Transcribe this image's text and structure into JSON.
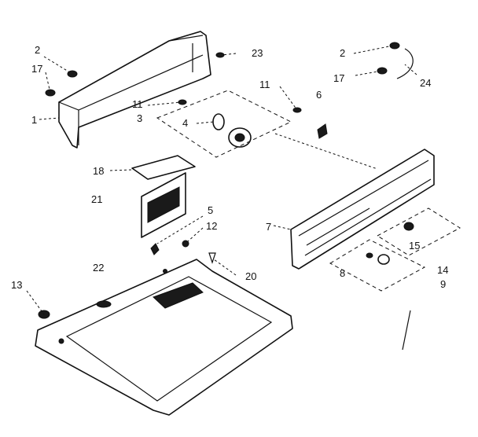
{
  "callouts": {
    "c1": "1",
    "c2a": "2",
    "c2b": "2",
    "c3": "3",
    "c4": "4",
    "c5": "5",
    "c6": "6",
    "c7": "7",
    "c8": "8",
    "c9": "9",
    "c11a": "11",
    "c11b": "11",
    "c12": "12",
    "c13": "13",
    "c14": "14",
    "c15": "15",
    "c17a": "17",
    "c17b": "17",
    "c18": "18",
    "c20": "20",
    "c21": "21",
    "c22": "22",
    "c23": "23",
    "c24": "24"
  }
}
